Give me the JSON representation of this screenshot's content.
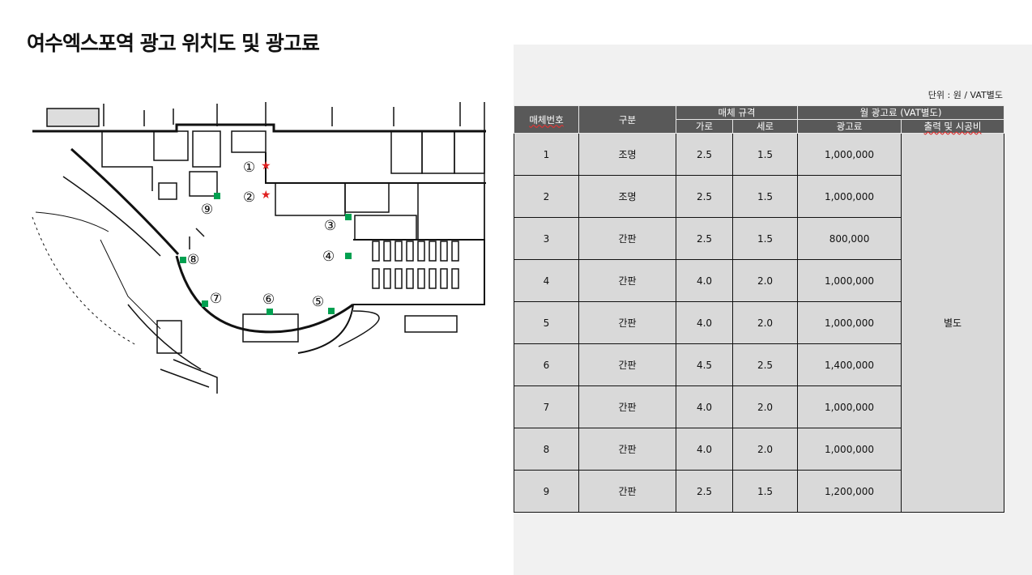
{
  "title": "여수엑스포역 광고 위치도 및 광고료",
  "unit_note": "단위 : 원 / VAT별도",
  "table": {
    "headers": {
      "media_no": "매체번호",
      "category": "구분",
      "spec": "매체 규격",
      "width": "가로",
      "height": "세로",
      "monthly_fee": "월 광고료 (VAT별도)",
      "fee": "광고료",
      "production": "출력 및 시공비"
    },
    "rows": [
      {
        "no": "1",
        "type": "조명",
        "w": "2.5",
        "h": "1.5",
        "fee": "1,000,000"
      },
      {
        "no": "2",
        "type": "조명",
        "w": "2.5",
        "h": "1.5",
        "fee": "1,000,000"
      },
      {
        "no": "3",
        "type": "간판",
        "w": "2.5",
        "h": "1.5",
        "fee": "800,000"
      },
      {
        "no": "4",
        "type": "간판",
        "w": "4.0",
        "h": "2.0",
        "fee": "1,000,000"
      },
      {
        "no": "5",
        "type": "간판",
        "w": "4.0",
        "h": "2.0",
        "fee": "1,000,000"
      },
      {
        "no": "6",
        "type": "간판",
        "w": "4.5",
        "h": "2.5",
        "fee": "1,400,000"
      },
      {
        "no": "7",
        "type": "간판",
        "w": "4.0",
        "h": "2.0",
        "fee": "1,000,000"
      },
      {
        "no": "8",
        "type": "간판",
        "w": "4.0",
        "h": "2.0",
        "fee": "1,000,000"
      },
      {
        "no": "9",
        "type": "간판",
        "w": "2.5",
        "h": "1.5",
        "fee": "1,200,000"
      }
    ],
    "production_value": "별도"
  },
  "map": {
    "markers": [
      "①",
      "②",
      "③",
      "④",
      "⑤",
      "⑥",
      "⑦",
      "⑧",
      "⑨"
    ],
    "colors": {
      "star": "#e02020",
      "sign": "#00a050",
      "wall": "#111111"
    }
  }
}
